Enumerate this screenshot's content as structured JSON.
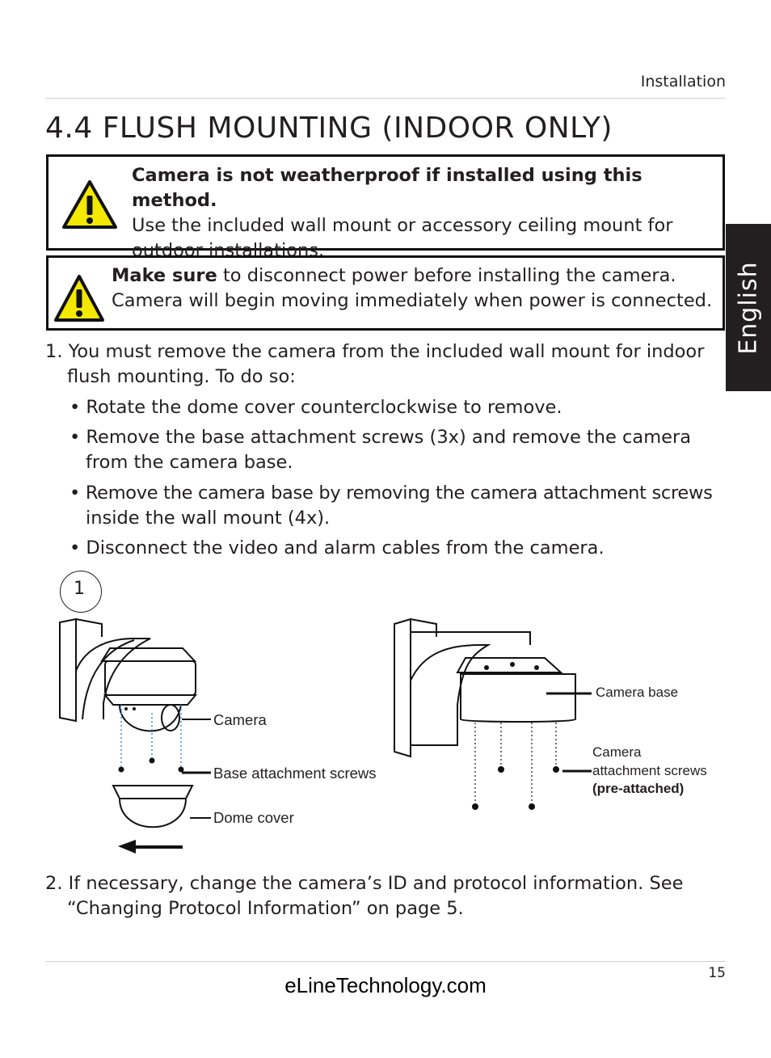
{
  "header": {
    "section": "Installation"
  },
  "title": "4.4 FLUSH MOUNTING (INDOOR ONLY)",
  "side_tab": "English",
  "warnings": [
    {
      "bold": "Camera is not weatherproof if installed using this method.",
      "line2": "Use the included wall mount or accessory ceiling mount for",
      "line3": "outdoor installations."
    },
    {
      "bold": "Make sure",
      "rest": " to disconnect power before installing the camera.",
      "line2": "Camera will begin moving immediately when power is connected."
    }
  ],
  "step1": {
    "line1": "1. You must remove the camera from the included wall mount for indoor",
    "line2": "flush mounting. To do so:",
    "bullets": [
      {
        "l1": "• Rotate the dome cover counterclockwise to remove."
      },
      {
        "l1": "• Remove the base attachment screws (3x) and remove the camera",
        "l2": "from the camera base."
      },
      {
        "l1": "• Remove the camera base by removing the camera attachment screws",
        "l2": "inside the wall mount (4x)."
      },
      {
        "l1": "• Disconnect the video and alarm cables from the camera."
      }
    ]
  },
  "figure": {
    "number": "1",
    "left_labels": {
      "camera": "Camera",
      "screws": "Base attachment screws",
      "dome": "Dome cover"
    },
    "right_labels": {
      "base": "Camera base",
      "attach1": "Camera",
      "attach2": "attachment screws",
      "attach3": "(pre-attached)"
    }
  },
  "step2": {
    "line1": "2. If necessary, change the camera’s ID and protocol information. See",
    "line2": "“Changing Protocol Information” on page 5."
  },
  "page_number": "15",
  "footer": "eLineTechnology.com"
}
